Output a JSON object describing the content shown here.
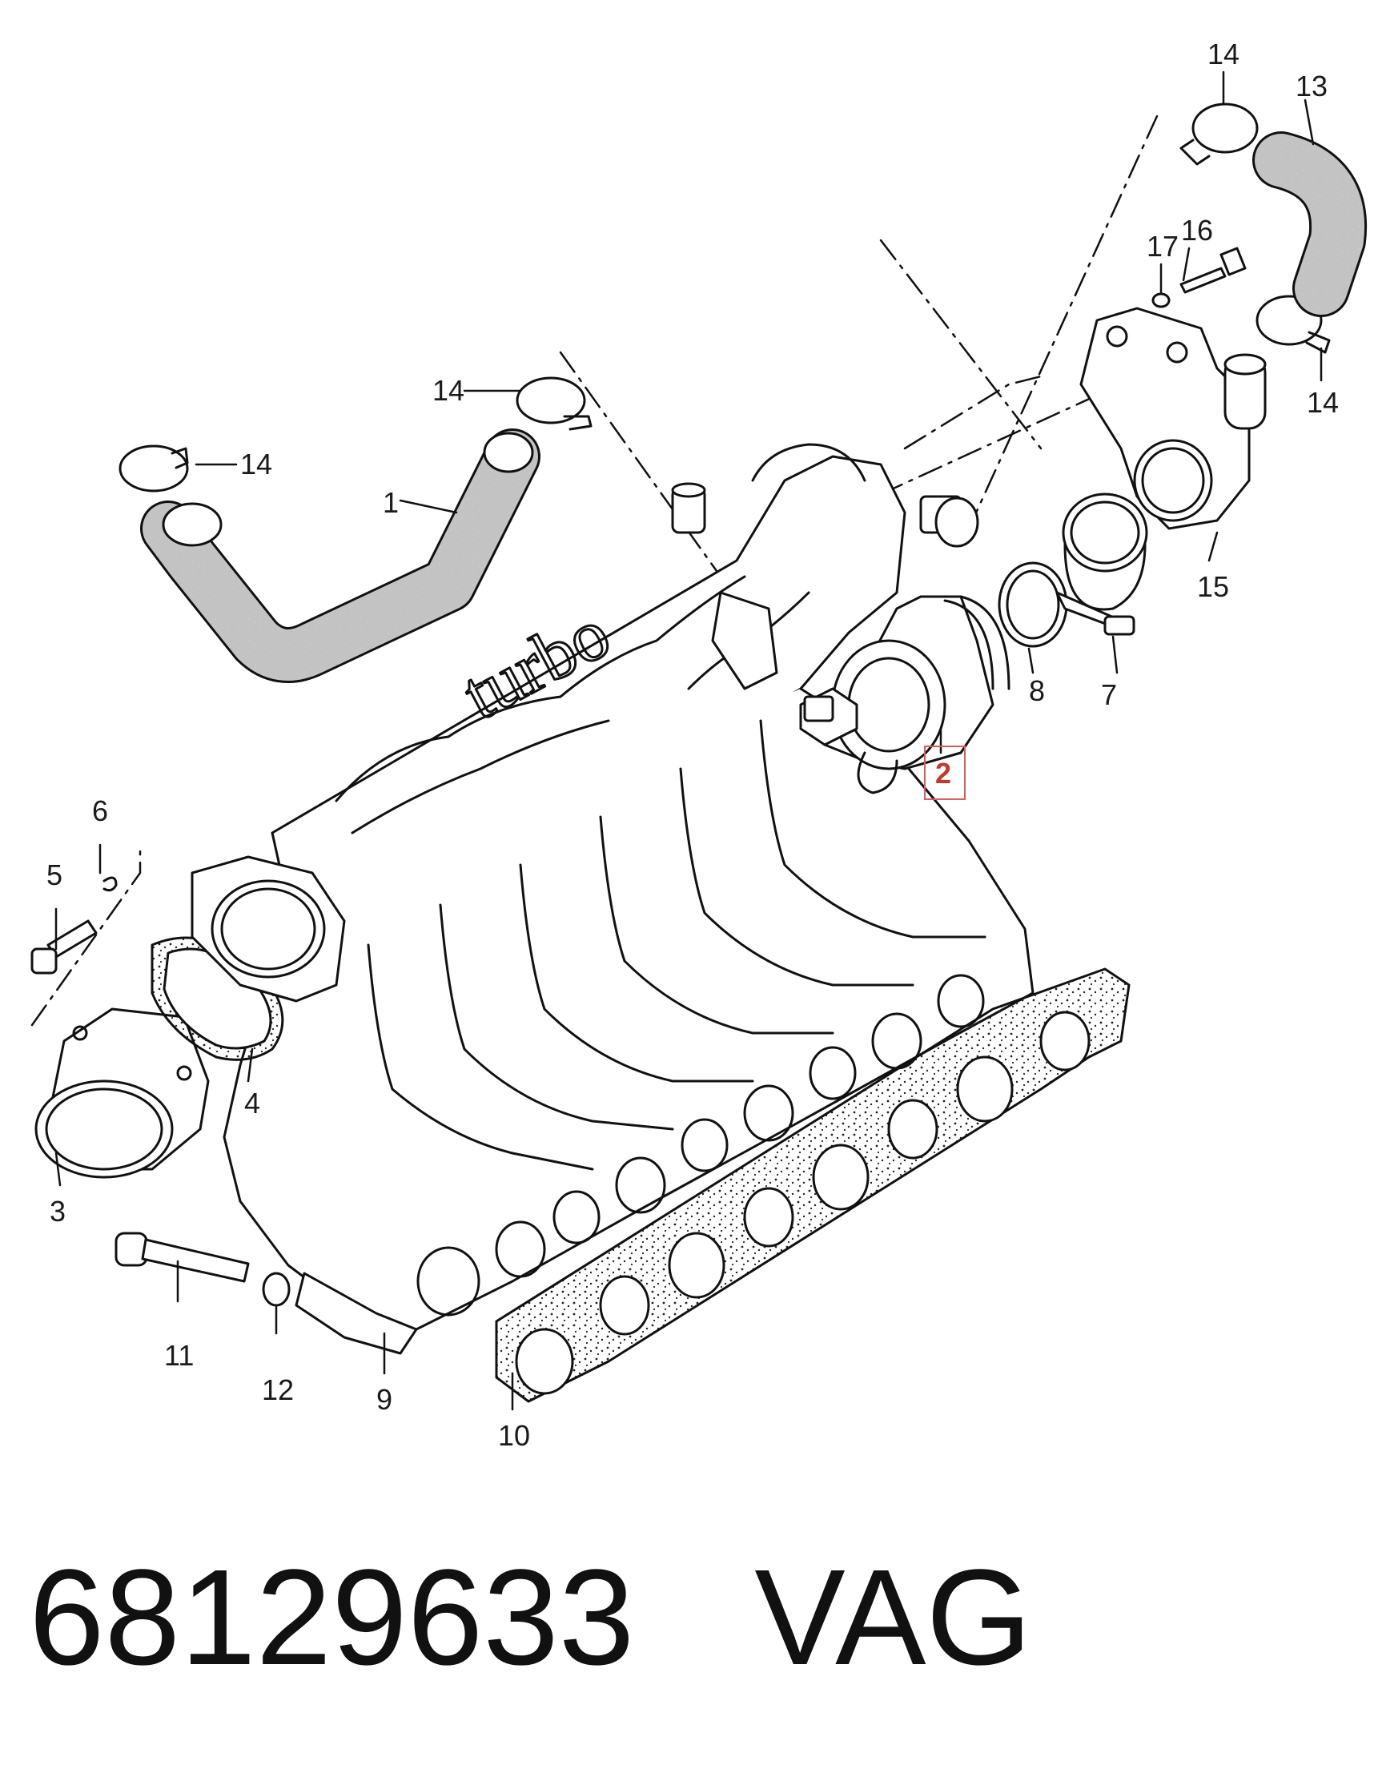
{
  "callouts": [
    {
      "id": "1",
      "text": "1"
    },
    {
      "id": "2",
      "text": "2",
      "highlighted": true
    },
    {
      "id": "3",
      "text": "3"
    },
    {
      "id": "4",
      "text": "4"
    },
    {
      "id": "5",
      "text": "5"
    },
    {
      "id": "6",
      "text": "6"
    },
    {
      "id": "7",
      "text": "7"
    },
    {
      "id": "8",
      "text": "8"
    },
    {
      "id": "9",
      "text": "9"
    },
    {
      "id": "10",
      "text": "10"
    },
    {
      "id": "11",
      "text": "11"
    },
    {
      "id": "12",
      "text": "12"
    },
    {
      "id": "13",
      "text": "13"
    },
    {
      "id": "14a",
      "text": "14"
    },
    {
      "id": "14b",
      "text": "14"
    },
    {
      "id": "14c",
      "text": "14"
    },
    {
      "id": "14d",
      "text": "14"
    },
    {
      "id": "15",
      "text": "15"
    },
    {
      "id": "16",
      "text": "16"
    },
    {
      "id": "17",
      "text": "17"
    }
  ],
  "manifold_script": "turbo",
  "highlight_color": "#e05a5a",
  "footer": {
    "part_number": "68129633",
    "brand": "VAG"
  }
}
